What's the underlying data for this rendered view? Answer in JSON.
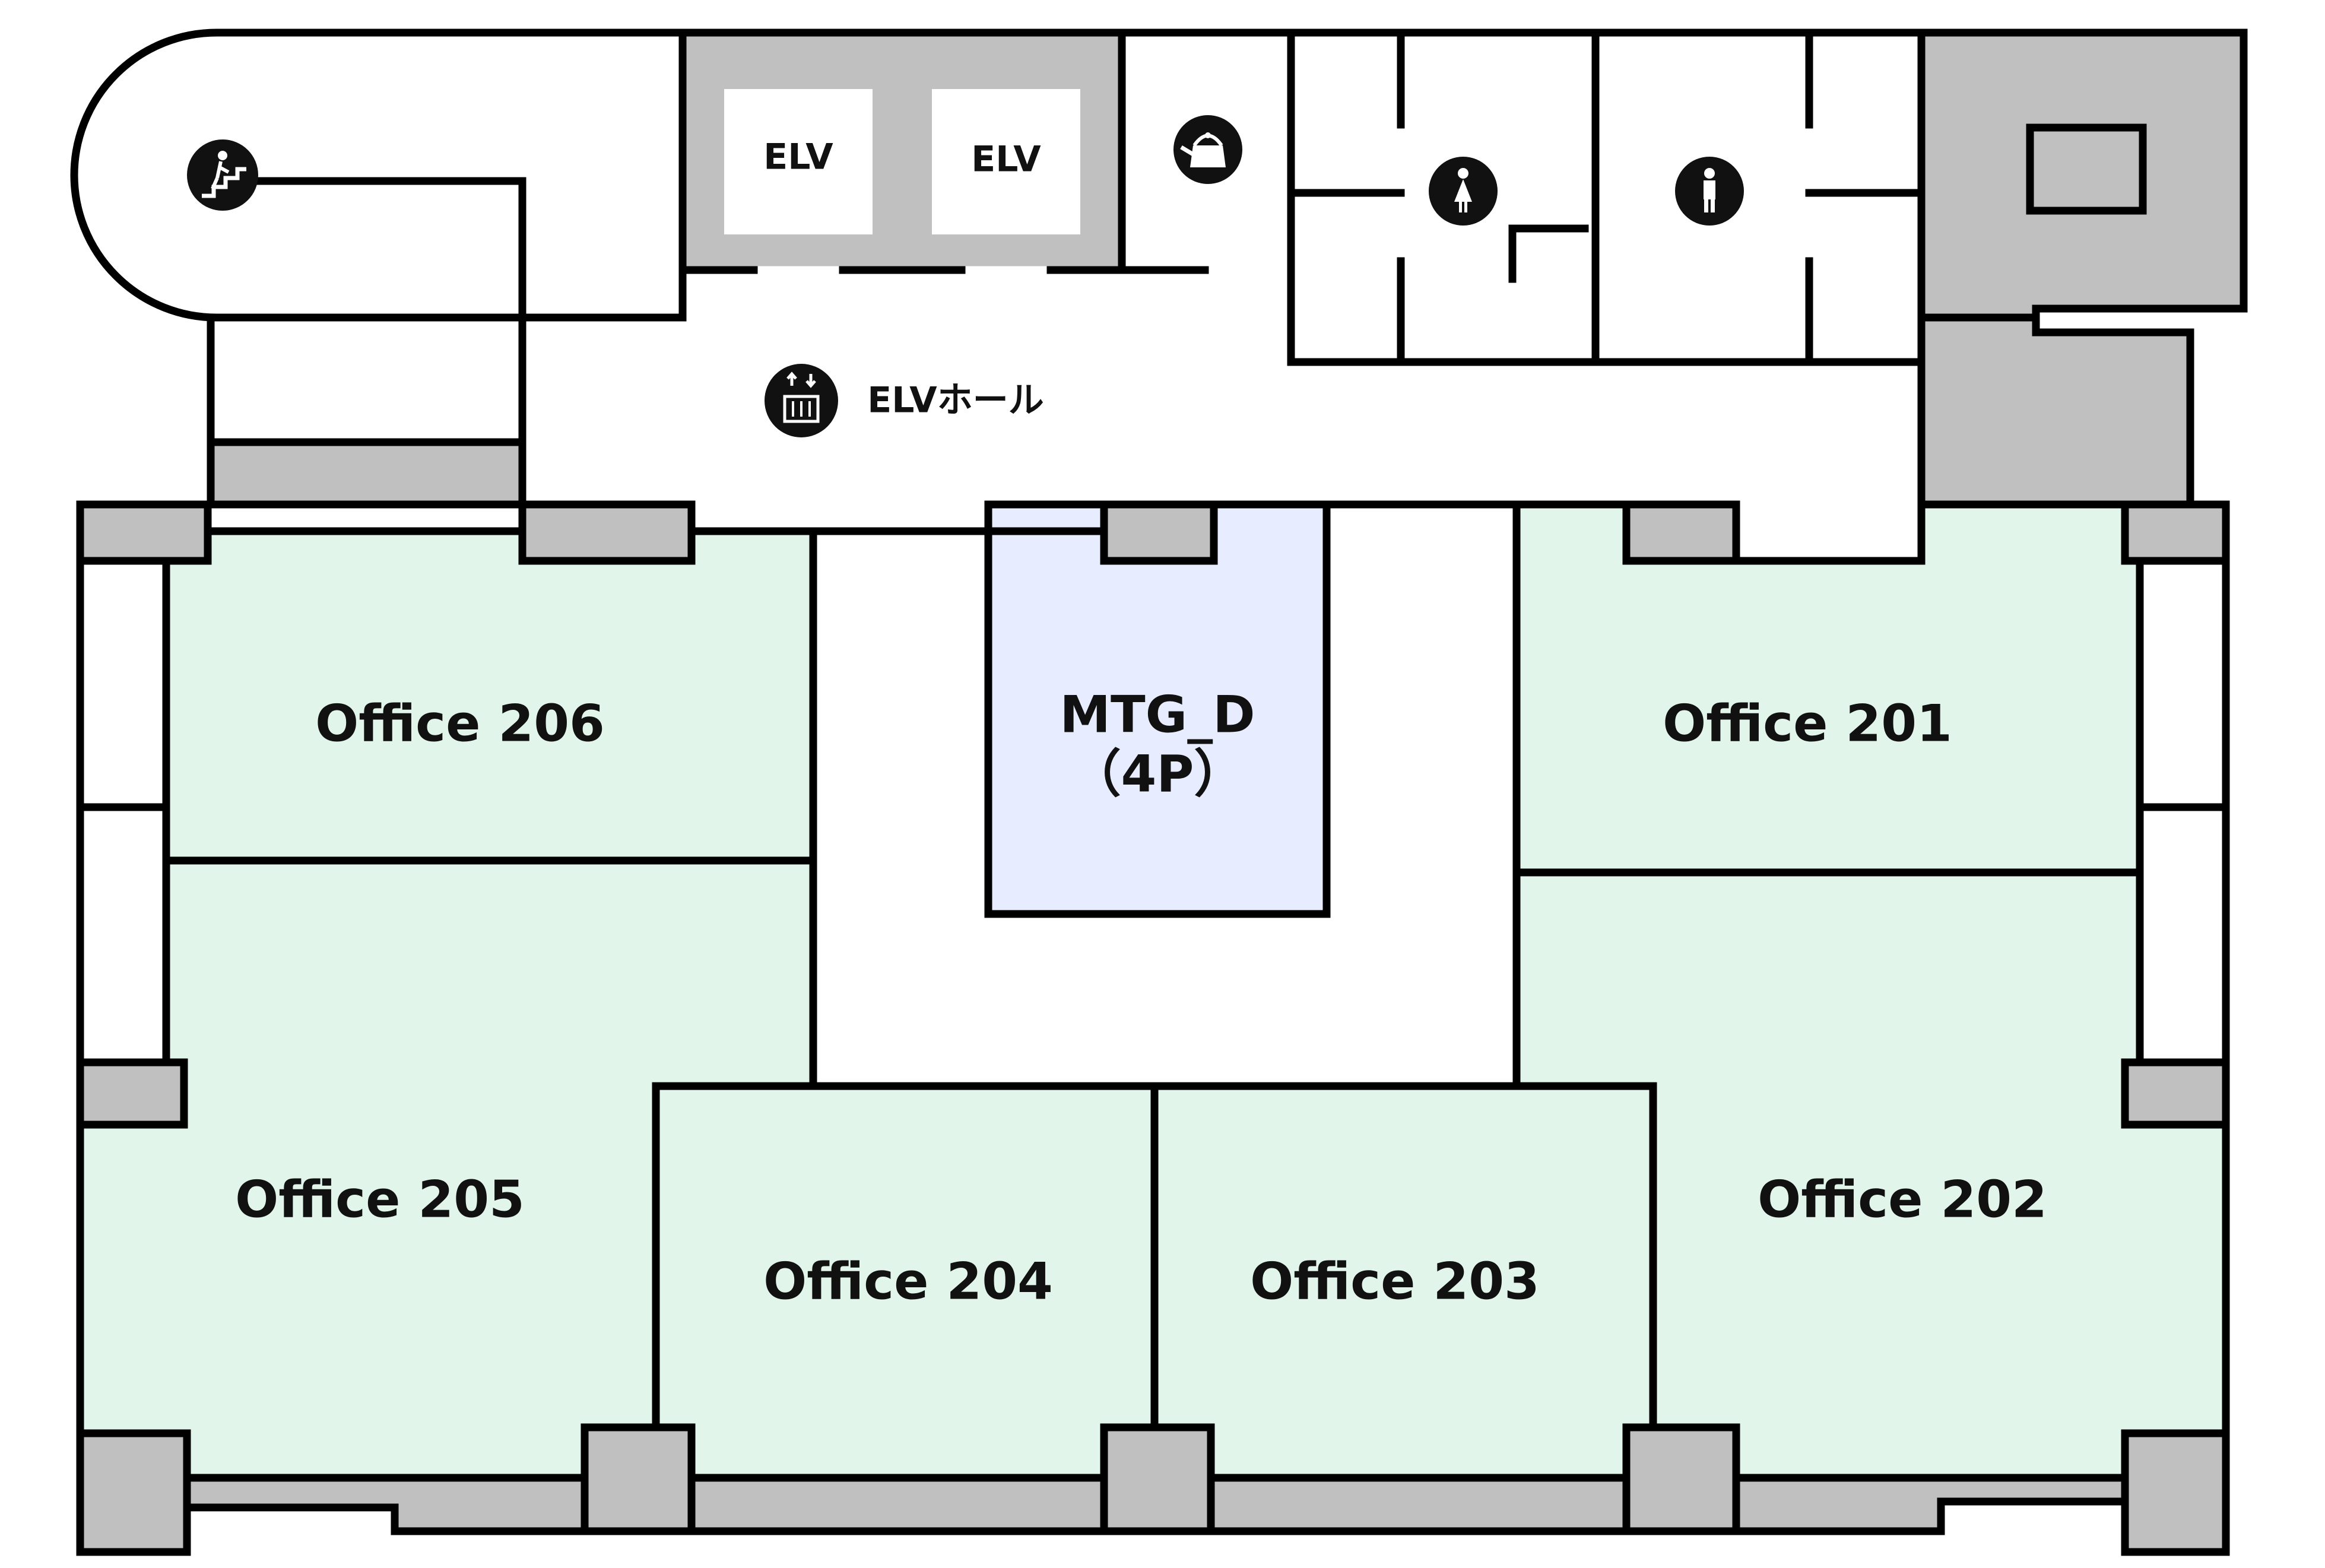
{
  "rooms": {
    "office_201": "Office 201",
    "office_202": "Office 202",
    "office_203": "Office 203",
    "office_204": "Office 204",
    "office_205": "Office 205",
    "office_206": "Office 206",
    "mtg_d_name": "MTG_D",
    "mtg_d_capacity": "（4P）"
  },
  "core": {
    "elevator_1": "ELV",
    "elevator_2": "ELV",
    "elevator_hall": "ELVホール"
  },
  "icons": [
    "stairs-icon",
    "kettle-icon",
    "womens-restroom-icon",
    "mens-restroom-icon",
    "elevator-icon"
  ],
  "colors": {
    "office_fill": "#e2f5eb",
    "meeting_fill": "#e8ecff",
    "structure_fill": "#c0c0c0",
    "wall": "#000000"
  }
}
